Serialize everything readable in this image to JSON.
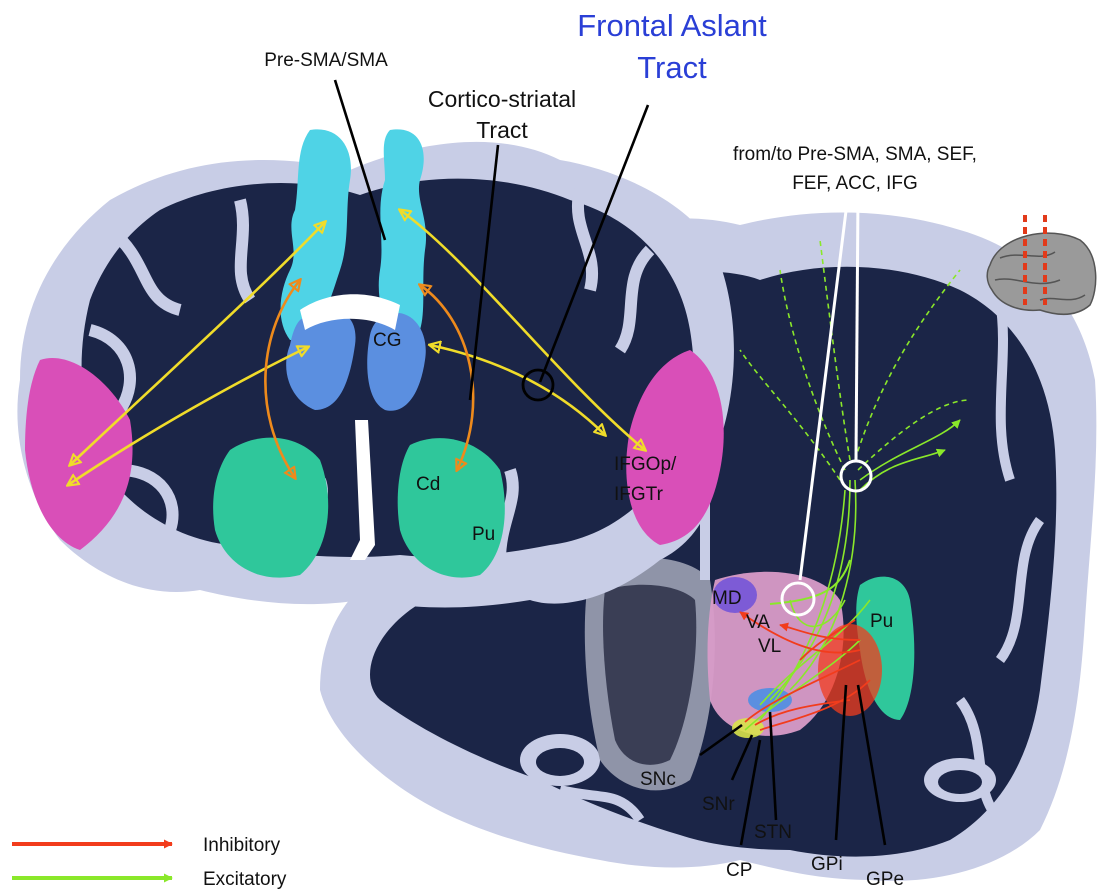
{
  "title": {
    "line1": "Frontal Aslant",
    "line2": "Tract"
  },
  "labels": {
    "pre_sma": "Pre-SMA/SMA",
    "cortico_line1": "Cortico-striatal",
    "cortico_line2": "Tract",
    "from_to_line1": "from/to Pre-SMA, SMA, SEF,",
    "from_to_line2": "FEF, ACC, IFG",
    "cg": "CG",
    "cd": "Cd",
    "pu_left": "Pu",
    "ifg_line1": "IFGOp/",
    "ifg_line2": "IFGTr",
    "md": "MD",
    "va": "VA",
    "vl": "VL",
    "pu_right": "Pu",
    "snc": "SNc",
    "snr": "SNr",
    "stn": "STN",
    "cp": "CP",
    "gpi": "GPi",
    "gpe": "GPe"
  },
  "legend": {
    "inhibitory": "Inhibitory",
    "excitatory": "Excitatory"
  },
  "colors": {
    "title_blue": "#2a3fd6",
    "white_matter": "#1b2547",
    "cortex": "#c8cde6",
    "sma_cyan": "#4fd3e6",
    "cg_blue": "#5b8fe0",
    "striatum_green": "#2fc79b",
    "ifg_magenta": "#d94fb8",
    "thalamus_pink": "#d99bc8",
    "md_purple": "#7d5bd6",
    "fat_yellow": "#f0dc2a",
    "striatal_orange": "#ee8a1c",
    "inhibitory_red": "#f23c1c",
    "excitatory_green": "#8ae82a"
  }
}
